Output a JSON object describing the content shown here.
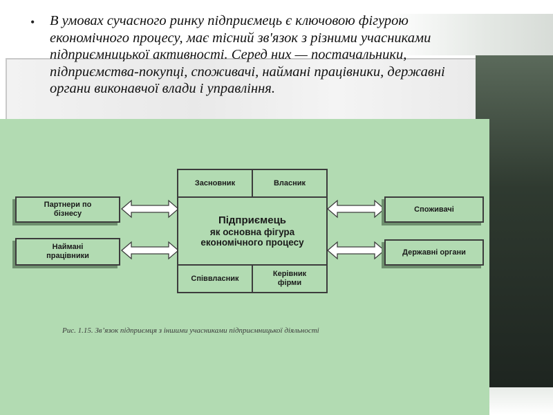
{
  "bullet": {
    "text": "В умовах сучасного ринку підприємець є ключовою фігурою економічного процесу, має тісний зв'язок з різними учасниками підприємницької активності. Серед них — постачальники, підприємства-покупці, споживачі, наймані працівники, державні органи виконавчої влади і управління."
  },
  "diagram": {
    "top_left": "Засновник",
    "top_right": "Власник",
    "center_title": "Підприємець",
    "center_line1": "як основна фігура",
    "center_line2": "економічного процесу",
    "bottom_left": "Співвласник",
    "bottom_right": "Керівник фірми",
    "left_top": "Партнери по бізнесу",
    "left_bottom": "Наймані працівники",
    "right_top": "Споживачі",
    "right_bottom": "Державні органи",
    "caption": "Рис. 1.15. Зв’язок підприємця з іншими учасниками підприємницької діяльності"
  },
  "colors": {
    "panel_green": "#b2dbb2",
    "border": "#3c3c3c"
  }
}
